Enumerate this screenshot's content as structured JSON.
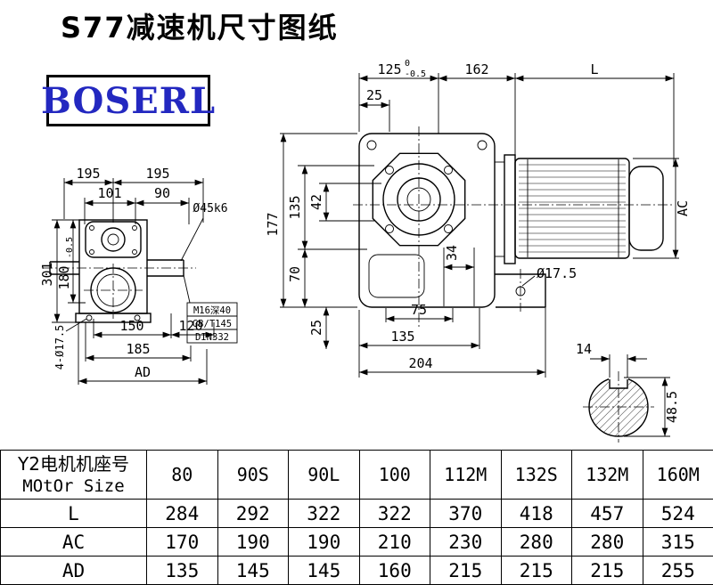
{
  "title": "S77减速机尺寸图纸",
  "logo": {
    "text": "BOSERL"
  },
  "colors": {
    "brand_blue": "#2328c0",
    "line": "#000000",
    "background": "#ffffff"
  },
  "front_view": {
    "dims": {
      "top_125": "125",
      "top_125_tol_upper": "0",
      "top_125_tol_lower": "-0.5",
      "top_162": "162",
      "top_L": "L",
      "top_25": "25",
      "left_177": "177",
      "left_135": "135",
      "left_42": "42",
      "left_70": "70",
      "left_25": "25",
      "slot_34": "34",
      "bottom_75": "75",
      "bottom_135": "135",
      "bottom_204": "204",
      "hole_dia": "Ø17.5",
      "motor_AC": "AC"
    }
  },
  "side_view": {
    "dims": {
      "top_195_a": "195",
      "top_195_b": "195",
      "top_101": "101",
      "top_90": "90",
      "shaft_dia": "Ø45k6",
      "left_301": "301",
      "left_180": "180",
      "left_180_tol": "-0.5",
      "holes_note": "4-Ø17.5",
      "bottom_150": "150",
      "bottom_120": "120",
      "bottom_185": "185",
      "bottom_AD": "AD"
    },
    "thread_note": {
      "line1": "M16深40",
      "line2": "GB/T145",
      "line3": "DIN332"
    }
  },
  "shaft_section": {
    "keyway_width": "14",
    "shaft_height": "48.5"
  },
  "table": {
    "header_line1": "Y2电机机座号",
    "header_line2": "MOtOr Size",
    "columns": [
      "80",
      "90S",
      "90L",
      "100",
      "112M",
      "132S",
      "132M",
      "160M"
    ],
    "rows": [
      {
        "label": "L",
        "values": [
          "284",
          "292",
          "322",
          "322",
          "370",
          "418",
          "457",
          "524"
        ]
      },
      {
        "label": "AC",
        "values": [
          "170",
          "190",
          "190",
          "210",
          "230",
          "280",
          "280",
          "315"
        ]
      },
      {
        "label": "AD",
        "values": [
          "135",
          "145",
          "145",
          "160",
          "215",
          "215",
          "215",
          "255"
        ]
      }
    ]
  }
}
